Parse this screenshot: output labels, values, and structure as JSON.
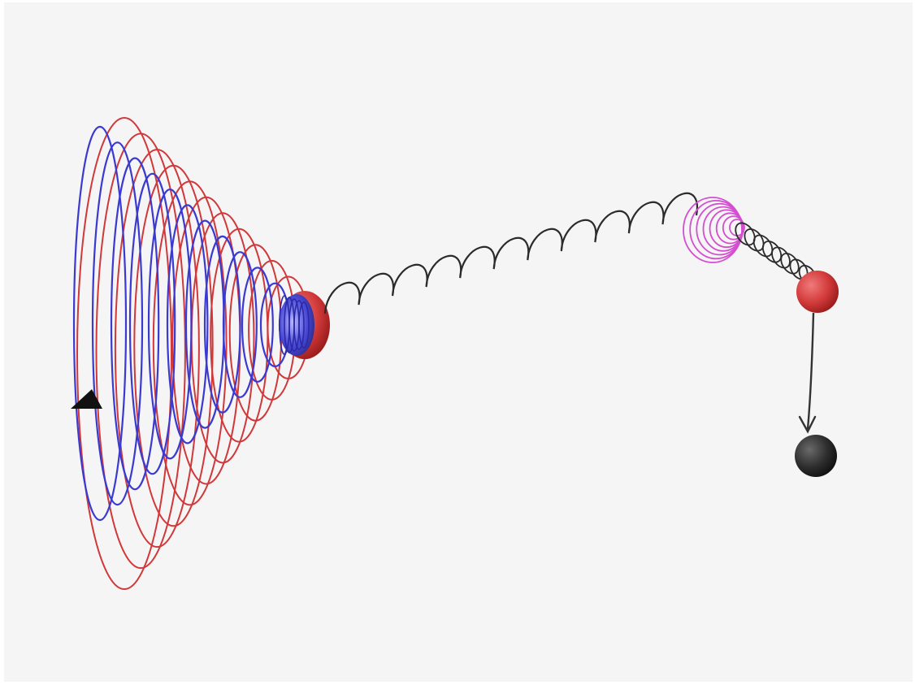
{
  "colors": {
    "background": "#f5f5f5",
    "frame": "#ffffff",
    "red_cone": "#d0383a",
    "blue_cone": "#3a3ad0",
    "wavy_line": "#2b2b2b",
    "magenta_cone": "#d24fcf",
    "coil": "#2b2b2b",
    "red_ball": "#d23a3a",
    "black_ball": "#2e2e2e",
    "arrow_marker": "#111111"
  },
  "elements": {
    "red_cone": {
      "rings": 12
    },
    "blue_cone": {
      "rings": 12
    },
    "wavy_line": {
      "humps": 11
    },
    "magenta_cone": {
      "rings": 8
    },
    "coil": {
      "turns": 9
    },
    "icons": [
      "triangle-marker-icon",
      "red-sphere",
      "blue-sphere",
      "red-ball",
      "black-ball",
      "arrow-down-icon"
    ]
  }
}
